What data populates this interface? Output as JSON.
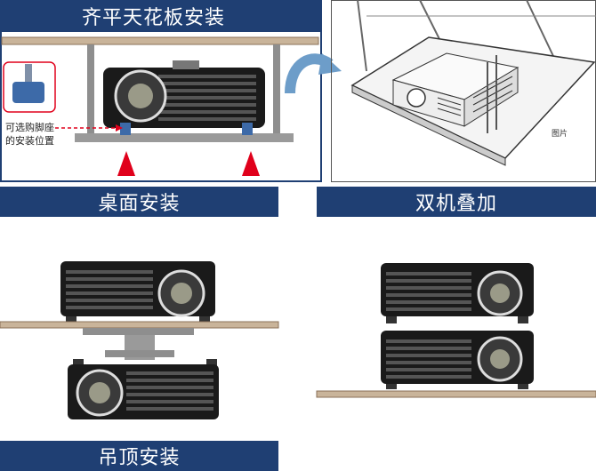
{
  "ceiling_section": {
    "title": "齐平天花板安装"
  },
  "desktop_section": {
    "title": "桌面安装"
  },
  "stack_section": {
    "title": "双机叠加"
  },
  "hanging_section": {
    "title": "吊顶安装"
  },
  "callout": {
    "line1": "可选购脚座",
    "line2": "的安装位置"
  },
  "photo": {
    "caption": "图片"
  },
  "colors": {
    "banner": "#1f3f73",
    "accent_red": "#e0001b",
    "foot_blue": "#3d6aa8",
    "shelf": "#9b7a5c"
  }
}
